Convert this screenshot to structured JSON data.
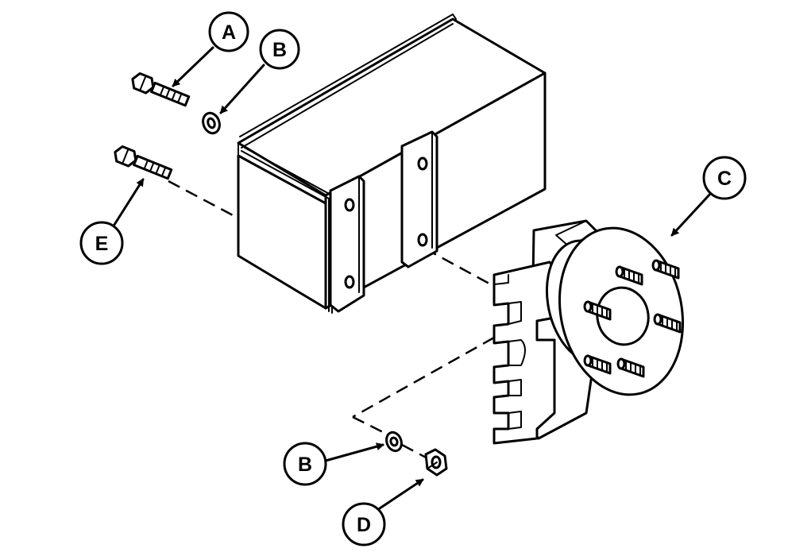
{
  "diagram": {
    "callouts": {
      "a": "A",
      "b_top": "B",
      "b_bottom": "B",
      "c": "C",
      "d": "D",
      "e": "E"
    },
    "colors": {
      "ink": "#000000",
      "paper": "#ffffff"
    }
  }
}
